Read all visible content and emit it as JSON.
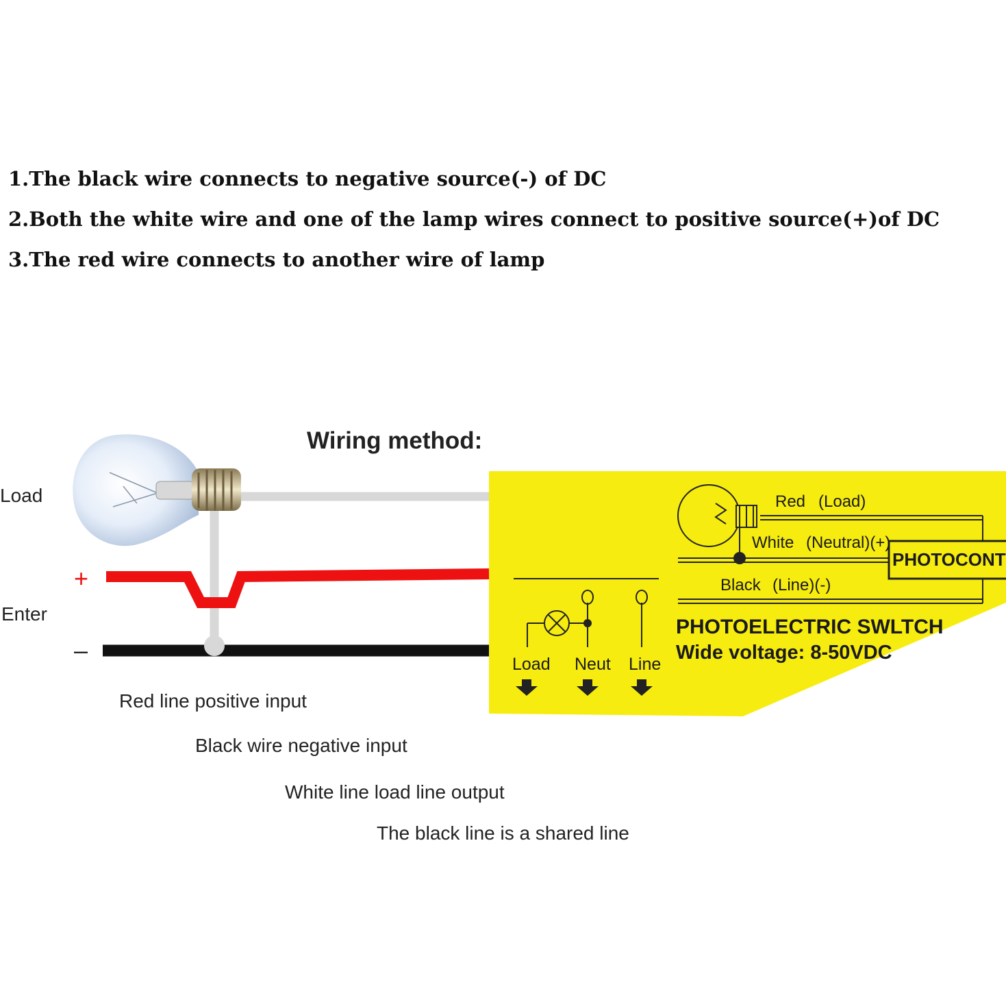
{
  "instructions": [
    "1.The black wire connects to negative source(-) of DC",
    "2.Both the white wire and one of the lamp wires connect to positive source(+)of DC",
    "3.The red wire connects to another wire of lamp"
  ],
  "diagram": {
    "title": "Wiring method:",
    "left_labels": {
      "load": "Load",
      "enter": "Enter",
      "plus": "+",
      "minus": "–"
    },
    "captions": [
      "Red line positive input",
      "Black wire negative input",
      "White line load line output",
      "The black line is a shared line"
    ],
    "label_panel": {
      "background_color": "#f7ec0f",
      "wire_labels": {
        "red": "Red",
        "red_role": "(Load)",
        "white": "White",
        "white_role": "(Neutral)(+)",
        "black": "Black",
        "black_role": "(Line)(-)"
      },
      "photocontrol": "PHOTOCONTROL",
      "terminals": [
        "Load",
        "Neut",
        "Line"
      ],
      "product_name": "PHOTOELECTRIC SWLTCH",
      "voltage": "Wide voltage: 8-50VDC"
    },
    "wire_colors": {
      "red": "#ee1111",
      "black": "#111111",
      "white": "#d8d8d8"
    }
  }
}
